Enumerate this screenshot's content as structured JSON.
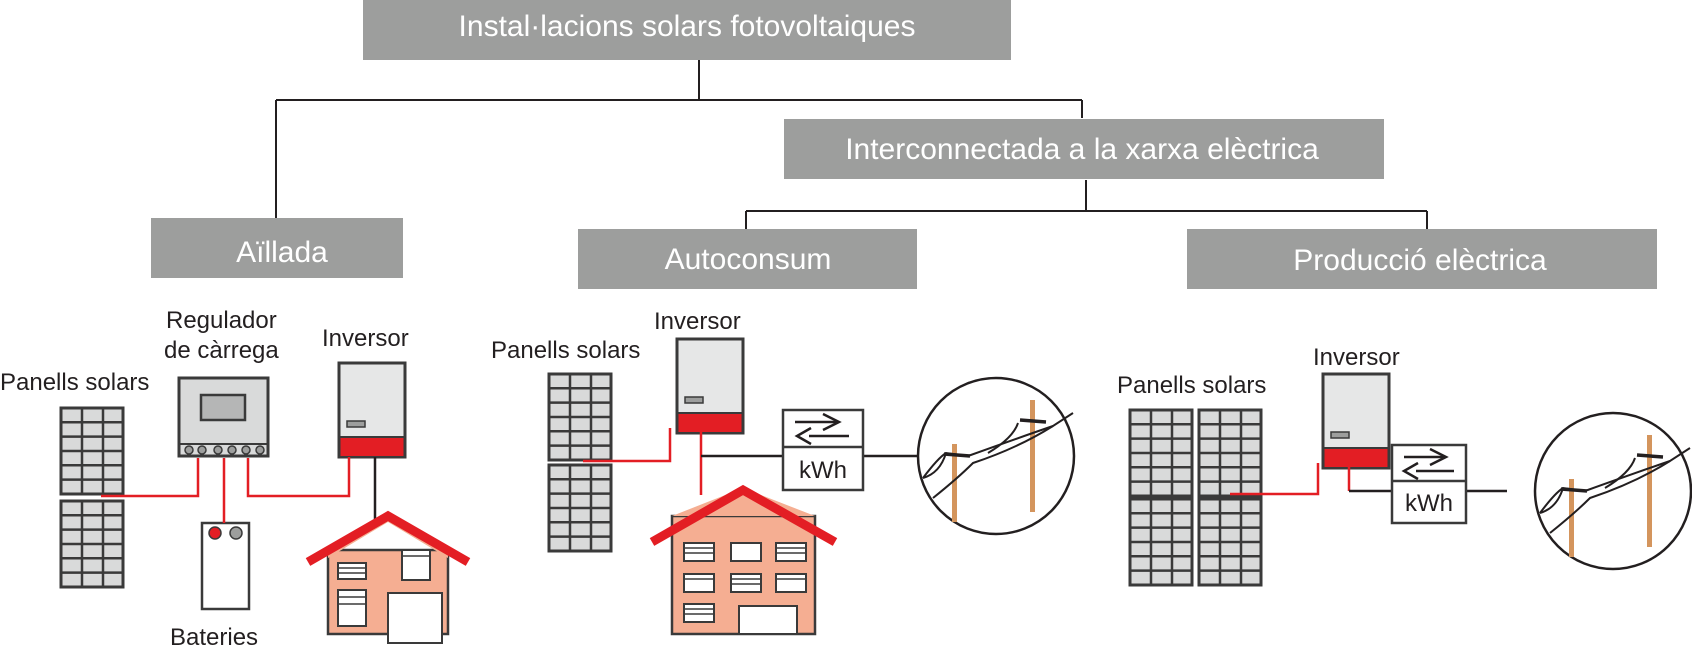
{
  "title": "Instal·lacions solars fotovoltaiques",
  "categories": {
    "isolated": "Aïllada",
    "grid": "Interconnectada a la xarxa elèctrica",
    "selfconsumption": "Autoconsum",
    "production": "Producció elèctrica"
  },
  "labels": {
    "panels": "Panells solars",
    "regulator_line1": "Regulador",
    "regulator_line2": "de càrrega",
    "inverter": "Inversor",
    "batteries": "Bateries",
    "meter": "kWh"
  },
  "colors": {
    "box": "#9d9e9d",
    "accent_red": "#e31e24",
    "house": "#f5ae92",
    "panel": "#d9dada",
    "pole": "#d4955d",
    "line": "#231f20"
  }
}
